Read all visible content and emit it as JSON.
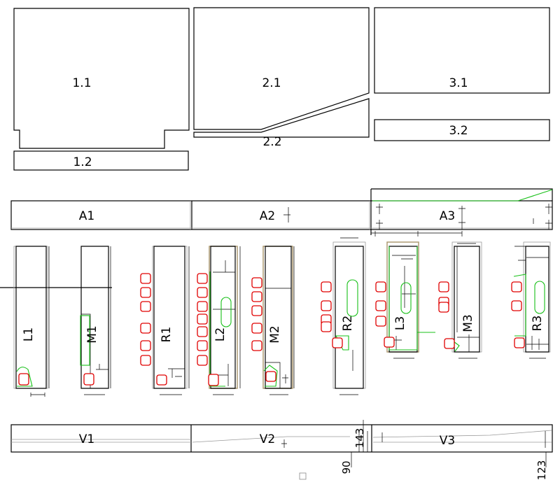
{
  "panels": {
    "p11": "1.1",
    "p12": "1.2",
    "p21": "2.1",
    "p22": "2.2",
    "p31": "3.1",
    "p32": "3.2"
  },
  "strips_a": [
    "A1",
    "A2",
    "A3"
  ],
  "columns": [
    "L1",
    "M1",
    "R1",
    "L2",
    "M2",
    "R2",
    "L3",
    "M3",
    "R3"
  ],
  "strips_v": [
    "V1",
    "V2",
    "V3"
  ],
  "dimensions": {
    "d143": "143",
    "d90": "90",
    "d123": "123"
  },
  "colors": {
    "outline": "#000000",
    "seat": "#e00000",
    "guide": "#18c018",
    "frame": "#a8946a"
  }
}
